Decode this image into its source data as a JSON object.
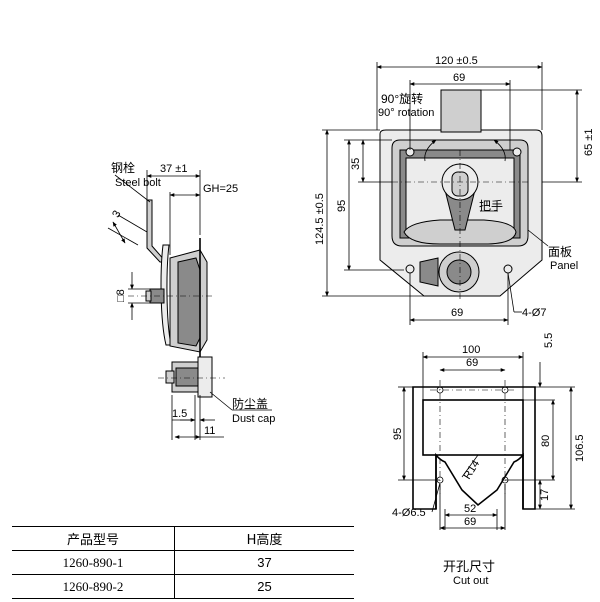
{
  "side_view": {
    "steel_bolt_cn": "钢栓",
    "steel_bolt_en": "Steel bolt",
    "dim_37": "37 ±1",
    "dim_gh": "GH=25",
    "dim_3": "3",
    "dim_sq8": "□8",
    "dim_1_5": "1.5",
    "dim_11": "11",
    "dust_cap_cn": "防尘盖",
    "dust_cap_en": "Dust cap"
  },
  "front_view": {
    "dim_120": "120 ±0.5",
    "dim_69_top": "69",
    "rotation_cn": "90°旋转",
    "rotation_en": "90° rotation",
    "dim_65": "65 ±1",
    "dim_35": "35",
    "dim_95": "95",
    "dim_124_5": "124.5 ±0.5",
    "handle_cn": "把手",
    "panel_cn": "面板",
    "panel_en": "Panel",
    "dim_69_bottom": "69",
    "dim_holes": "4-Ø7"
  },
  "cutout": {
    "dim_100": "100",
    "dim_69_top": "69",
    "dim_5_5": "5.5",
    "dim_95": "95",
    "dim_80": "80",
    "dim_106_5": "106.5",
    "dim_r14": "R14",
    "dim_17": "17",
    "dim_holes": "4-Ø6.5",
    "dim_52": "52",
    "dim_69_bottom": "69",
    "title_cn": "开孔尺寸",
    "title_en": "Cut out"
  },
  "table": {
    "headers": [
      "产品型号",
      "H高度"
    ],
    "rows": [
      {
        "model": "1260-890-1",
        "height": "37"
      },
      {
        "model": "1260-890-2",
        "height": "25"
      }
    ]
  }
}
